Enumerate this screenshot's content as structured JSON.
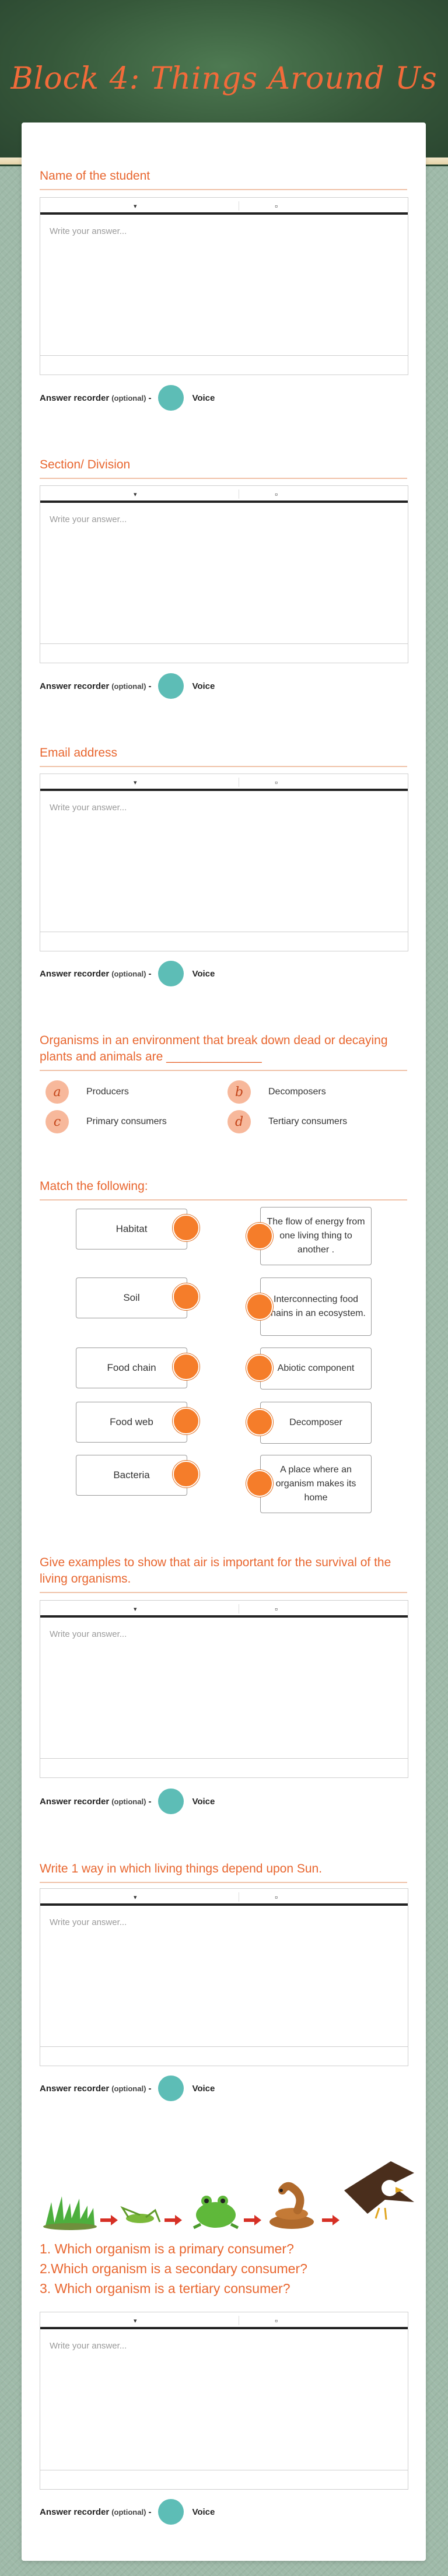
{
  "page": {
    "title": "Block 4: Things Around Us",
    "colors": {
      "accent": "#e8662f",
      "header": "#3b5e3f",
      "record": "#5dbdb6",
      "match_dot": "#f57d2a"
    }
  },
  "editor": {
    "dropdown_glyph": "▾",
    "icon_glyph": "▫",
    "placeholder": "Write your answer..."
  },
  "recorder": {
    "label": "Answer recorder",
    "optional": "(optional)",
    "dash": "-",
    "voice": "Voice"
  },
  "questions": {
    "q1": "Name of the student",
    "q2": "Section/ Division",
    "q3": "Email address",
    "q4": "Organisms in an environment that break down dead or decaying plants and animals are ______________",
    "q5": "Match the following:",
    "q6": "Give examples to show that air is important for the survival of the living organisms.",
    "q7": "Write 1 way in which living things depend upon Sun."
  },
  "mcq": {
    "options": [
      {
        "letter": "a",
        "text": "Producers"
      },
      {
        "letter": "b",
        "text": "Decomposers"
      },
      {
        "letter": "c",
        "text": "Primary consumers"
      },
      {
        "letter": "d",
        "text": "Tertiary consumers"
      }
    ]
  },
  "match": {
    "left": [
      "Habitat",
      "Soil",
      "Food chain",
      "Food web",
      "Bacteria"
    ],
    "right": [
      "The flow of energy from one living thing to another .",
      "Interconnecting food chains in an ecosystem.",
      "Abiotic component",
      "Decomposer",
      "A place where an organism makes its home"
    ]
  },
  "food_chain": {
    "questions": [
      "1. Which organism is a primary consumer?",
      "2.Which organism is a secondary consumer?",
      "3. Which organism is a tertiary consumer?"
    ]
  }
}
